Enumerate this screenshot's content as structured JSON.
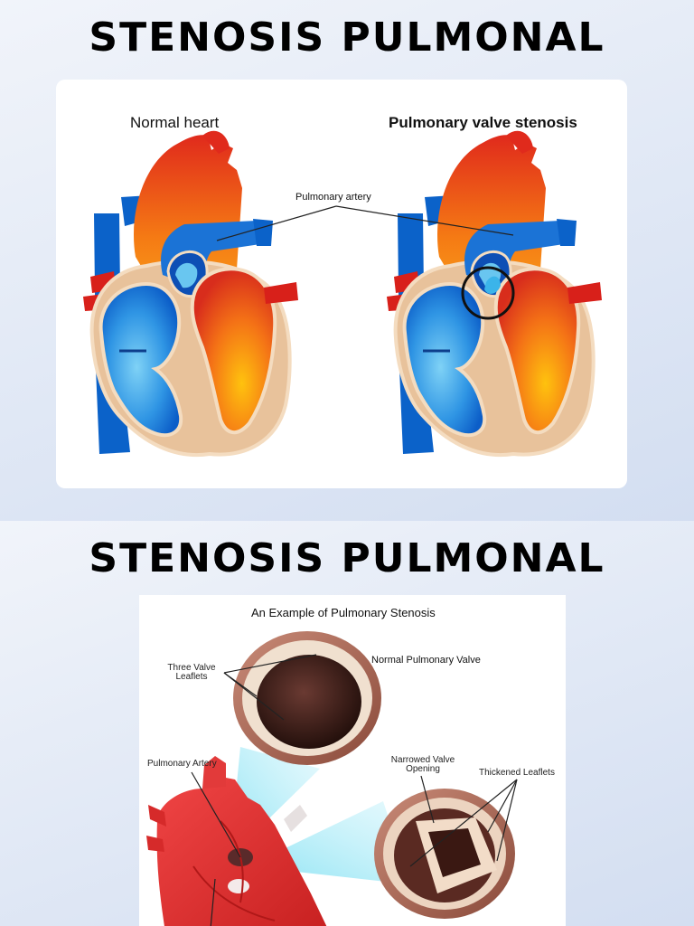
{
  "slide1": {
    "title": "STENOSIS PULMONAL",
    "label_normal": "Normal heart",
    "label_stenosis": "Pulmonary valve stenosis",
    "label_artery": "Pulmonary artery"
  },
  "slide2": {
    "title": "STENOSIS PULMONAL",
    "figure_title": "An Example of Pulmonary Stenosis",
    "label_leaflets_1": "Three Valve",
    "label_leaflets_2": "Leaflets",
    "label_normal_valve": "Normal Pulmonary Valve",
    "label_artery": "Pulmonary Artery",
    "label_narrowed_1": "Narrowed Valve",
    "label_narrowed_2": "Opening",
    "label_thickened": "Thickened Leaflets"
  }
}
